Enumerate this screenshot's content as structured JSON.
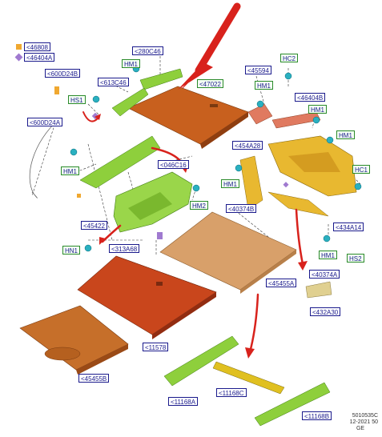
{
  "legend": {
    "square_label": "<46808",
    "diamond_label": "<46404A"
  },
  "labels": {
    "l_280C46": "<280C46",
    "l_hm1_a": "HM1",
    "l_600D24B": "<600D24B",
    "l_613C46": "<613C46",
    "l_47022": "<47022",
    "l_hs1": "HS1",
    "l_600D24A": "<600D24A",
    "l_hm1_b": "HM1",
    "l_046C16": "<046C16",
    "l_hm2": "HM2",
    "l_45422": "<45422",
    "l_hn1": "HN1",
    "l_313A68": "<313A68",
    "l_hc2": "HC2",
    "l_45594": "<45594",
    "l_hm1_c": "HM1",
    "l_46404B": "<46404B",
    "l_hm1_d": "HM1",
    "l_454A28": "<454A28",
    "l_hm1_e": "HM1",
    "l_hc1": "HC1",
    "l_hm1_f": "HM1",
    "l_40374B": "<40374B",
    "l_434A14": "<434A14",
    "l_hm1_g": "HM1",
    "l_hs2": "HS2",
    "l_40374A": "<40374A",
    "l_45455A": "<45455A",
    "l_432A30": "<432A30",
    "l_11578": "<11578",
    "l_45455B": "<45455B",
    "l_11168A": "<11168A",
    "l_11168C": "<11168C",
    "l_11168B": "<11168B"
  },
  "footer": {
    "code": "5010535C",
    "date": "12-2021 50",
    "region": "GE"
  },
  "colors": {
    "label_border": "#1a1a8c",
    "trim_orange": "#c8601e",
    "carpet_tan": "#d8a06a",
    "green_part": "#8ecf3c",
    "yellow_part": "#e8b830",
    "arrow_red": "#d8221c"
  }
}
